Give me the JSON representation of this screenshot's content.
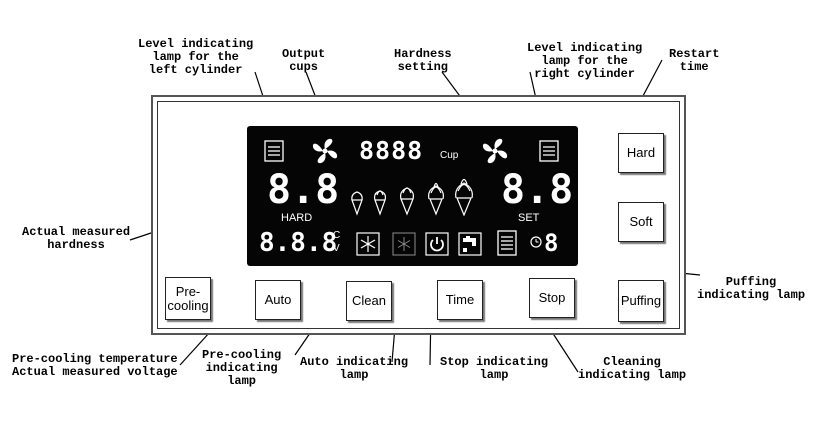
{
  "callouts": {
    "left_level_lamp": "Level indicating\nlamp for the\nleft cylinder",
    "output_cups": "Output\ncups",
    "hardness_setting": "Hardness\nsetting",
    "right_level_lamp": "Level indicating\nlamp for the\nright cylinder",
    "restart_time": "Restart\ntime",
    "actual_hardness": "Actual measured\nhardness",
    "puffing_lamp": "Puffing\nindicating lamp",
    "precooling_temp": "Pre-cooling temperature\nActual measured voltage",
    "precooling_lamp": "Pre-cooling\nindicating\nlamp",
    "auto_lamp": "Auto indicating\nlamp",
    "stop_lamp": "Stop indicating\nlamp",
    "cleaning_lamp": "Cleaning\nindicating lamp"
  },
  "display": {
    "cup_counter": "8888",
    "cup_unit": "Cup",
    "hardness_value": "8.8",
    "hardness_label": "HARD",
    "set_value": "8.8",
    "set_label": "SET",
    "temp_value": "8.8.8",
    "temp_unit_c": "C",
    "temp_unit_v": "V",
    "restart_value": "8"
  },
  "buttons": {
    "hard": "Hard",
    "soft": "Soft",
    "precooling": "Pre-\ncooling",
    "auto": "Auto",
    "clean": "Clean",
    "time": "Time",
    "stop": "Stop",
    "puffing": "Puffing"
  },
  "icons": {
    "fan": "fan-icon",
    "level": "level-bars-icon",
    "cone": "ice-cream-cone-icon",
    "snowflake": "snowflake-icon",
    "power": "power-icon",
    "faucet": "faucet-icon",
    "clock": "clock-icon"
  }
}
